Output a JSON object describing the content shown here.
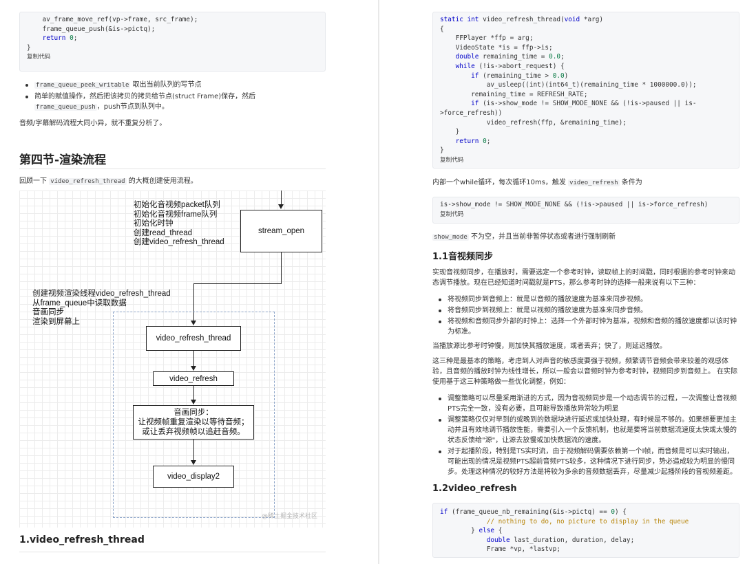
{
  "left": {
    "code_top": {
      "lines": [
        "    av_frame_move_ref(vp->frame, src_frame);",
        "    frame_queue_push(&is->pictq);",
        "    return 0;",
        "}"
      ],
      "copy_label": "复制代码"
    },
    "bullets": [
      {
        "code": "frame_queue_peek_writable",
        "text": " 取出当前队列的写节点"
      },
      {
        "text_a": "简单的赋值操作，然后把该拷贝的拷贝给节点(struct Frame)保存，然后 ",
        "code": "frame_queue_push",
        "text_b": "，push节点到队列中。"
      }
    ],
    "para_audio": "音频/字幕解码流程大同小异，就不重复分析了。",
    "section_title": "第四节-渲染流程",
    "intro_pre": "回顾一下 ",
    "intro_code": "video_refresh_thread",
    "intro_post": " 的大概创建使用流程。",
    "diagram": {
      "init_lines": [
        "初始化音视频packet队列",
        "初始化音视频frame队列",
        "初始化时钟",
        "创建read_thread",
        "创建video_refresh_thread"
      ],
      "stream_open": "stream_open",
      "create_lines": [
        "创建视频渲染线程video_refresh_thread",
        "从frame_queue中读取数据",
        "音画同步",
        "渲染到屏幕上"
      ],
      "box_thread": "video_refresh_thread",
      "box_refresh": "video_refresh",
      "sync_lines": [
        "音画同步：",
        "让视频帧重复渲染以等待音频；",
        "或让丢弃视频帧以追赶音频。"
      ],
      "box_display": "video_display2",
      "watermark": "@稀土掘金技术社区"
    },
    "subsection_title": "1.video_refresh_thread"
  },
  "right": {
    "code_thread": {
      "lines": [
        "static int video_refresh_thread(void *arg)",
        "{",
        "    FFPlayer *ffp = arg;",
        "    VideoState *is = ffp->is;",
        "    double remaining_time = 0.0;",
        "    while (!is->abort_request) {",
        "        if (remaining_time > 0.0)",
        "            av_usleep((int)(int64_t)(remaining_time * 1000000.0));",
        "        remaining_time = REFRESH_RATE;",
        "        if (is->show_mode != SHOW_MODE_NONE && (!is->paused || is-",
        ">force_refresh))",
        "            video_refresh(ffp, &remaining_time);",
        "    }",
        "    return 0;",
        "}"
      ],
      "copy_label": "复制代码"
    },
    "para_loop_pre": "内部一个while循环，每次循环10ms，触发 ",
    "para_loop_code": "video_refresh",
    "para_loop_post": " 条件为",
    "code_cond": {
      "line": "is->show_mode != SHOW_MODE_NONE && (!is->paused || is->force_refresh)",
      "copy_label": "复制代码"
    },
    "para_show_code": "show_mode",
    "para_show_post": " 不为空，并且当前非暂停状态或者进行强制刷新",
    "h_sync": "1.1音视频同步",
    "para_sync": "实现音视频同步，在播放时，需要选定一个参考时钟，读取帧上的时间戳，同时根据的参考时钟来动态调节播放。现在已经知道时间戳就是PTS，那么参考时钟的选择一般来说有以下三种：",
    "sync_bullets": [
      "将视频同步到音频上：就是以音频的播放速度为基准来同步视频。",
      "将音频同步到视频上：就是以视频的播放速度为基准来同步音频。",
      "将视频和音频同步外部的时钟上：选择一个外部时钟为基准，视频和音频的播放速度都以该时钟为标准。"
    ],
    "para_slow": "当播放源比参考时钟慢，则加快其播放速度，或者丢弃；快了，则延迟播放。",
    "para_basic": "这三种是最基本的策略，考虑到人对声音的敏感度要强于视频，频繁调节音频会带来较差的观感体验，且音频的播放时钟为线性增长，所以一般会以音频时钟为参考时钟，视频同步到音频上。 在实际使用基于这三种策略做一些优化调整，例如：",
    "opt_bullets": [
      "调整策略可以尽量采用渐进的方式，因为音视频同步是一个动态调节的过程，一次调整让音视频PTS完全一致，没有必要，且可能导致播放异常较为明显",
      "调整策略仅仅对早到的或晚到的数据块进行延迟或加快处理，有时候是不够的。如果想要更加主动并且有效地调节播放性能，需要引入一个反馈机制，也就是要将当前数据流速度太快或太慢的状态反馈给\"源\"，让源去放慢或加快数据流的速度。",
      "对于起播阶段，特别是TS实时流，由于视频解码需要依赖第一个I帧，而音频是可以实时输出，可能出现的情况是视频PTS超前音频PTS较多，这种情况下进行同步，势必造成较为明显的慢同步。处理这种情况的较好方法是将较为多余的音频数据丢弃，尽量减少起播阶段的音视频差距。"
    ],
    "h_refresh": "1.2video_refresh",
    "code_bottom": {
      "lines": [
        "if (frame_queue_nb_remaining(&is->pictq) == 0) {",
        "            // nothing to do, no picture to display in the queue",
        "        } else {",
        "            double last_duration, duration, delay;",
        "            Frame *vp, *lastvp;"
      ]
    }
  }
}
